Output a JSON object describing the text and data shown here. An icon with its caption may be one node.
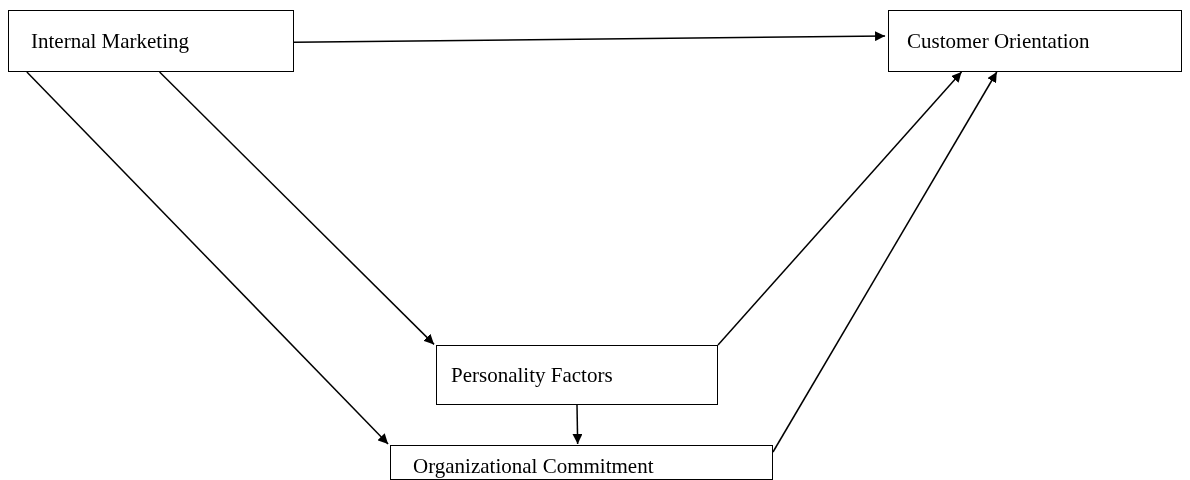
{
  "diagram": {
    "nodes": [
      {
        "text": [
          "Internal Marketing"
        ]
      },
      {
        "text": [
          "Customer Orientation"
        ]
      },
      {
        "text": [
          "Personality Factors"
        ]
      },
      {
        "text": [
          "Organizational Commitment"
        ]
      }
    ],
    "edges": [
      {
        "from": 0,
        "to": 1,
        "arrow": "to"
      },
      {
        "from": 0,
        "to": 2,
        "arrow": "to"
      },
      {
        "from": 0,
        "to": 3,
        "arrow": "to"
      },
      {
        "from": 2,
        "to": 1,
        "arrow": "to"
      },
      {
        "from": 2,
        "to": 3,
        "arrow": "to"
      },
      {
        "from": 3,
        "to": 1,
        "arrow": "to"
      }
    ]
  }
}
